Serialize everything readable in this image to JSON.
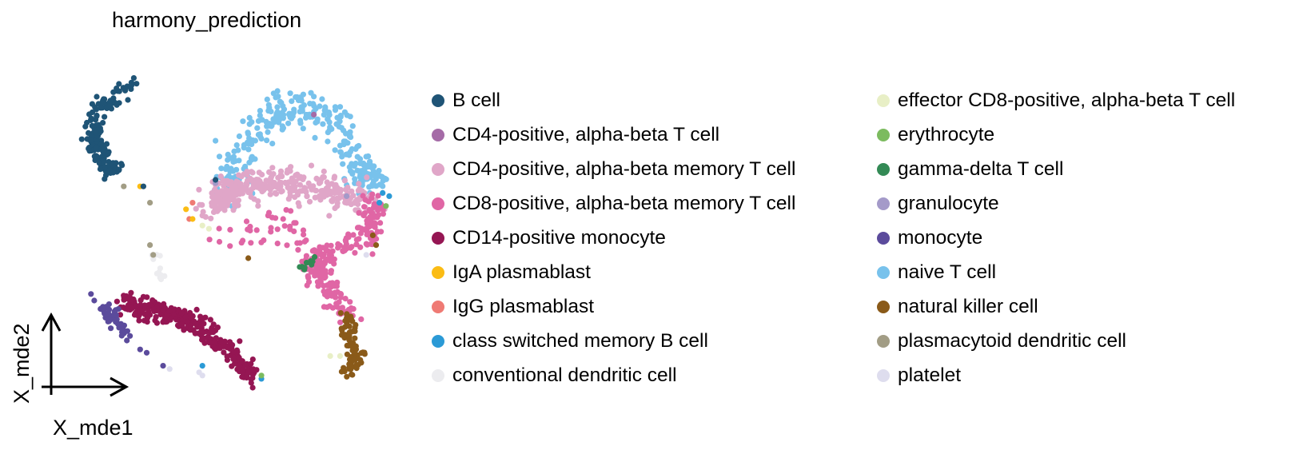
{
  "chart_data": {
    "type": "scatter",
    "title": "harmony_prediction",
    "xlabel": "X_mde1",
    "ylabel": "X_mde2",
    "grid": false,
    "axes": "arrows-only",
    "legend_placement": "right",
    "xlim": [
      0,
      100
    ],
    "ylim": [
      0,
      100
    ],
    "series": [
      {
        "name": "B cell",
        "color": "#1f5476"
      },
      {
        "name": "CD4-positive, alpha-beta T cell",
        "color": "#a56ba7"
      },
      {
        "name": "CD4-positive, alpha-beta memory T cell",
        "color": "#e0a6c8"
      },
      {
        "name": "CD8-positive, alpha-beta memory T cell",
        "color": "#e066a5"
      },
      {
        "name": "CD14-positive monocyte",
        "color": "#951653"
      },
      {
        "name": "IgA plasmablast",
        "color": "#fbbc14"
      },
      {
        "name": "IgG plasmablast",
        "color": "#ef7a74"
      },
      {
        "name": "class switched memory B cell",
        "color": "#2b9ad6"
      },
      {
        "name": "conventional dendritic cell",
        "color": "#ececef"
      },
      {
        "name": "effector CD8-positive, alpha-beta T cell",
        "color": "#e8efc6"
      },
      {
        "name": "erythrocyte",
        "color": "#7cbb5f"
      },
      {
        "name": "gamma-delta T cell",
        "color": "#338a55"
      },
      {
        "name": "granulocyte",
        "color": "#a49ac9"
      },
      {
        "name": "monocyte",
        "color": "#5b4b9c"
      },
      {
        "name": "naive T cell",
        "color": "#78c2ec"
      },
      {
        "name": "natural killer cell",
        "color": "#8a5a19"
      },
      {
        "name": "plasmacytoid dendritic cell",
        "color": "#a29d85"
      },
      {
        "name": "platelet",
        "color": "#deddee"
      }
    ],
    "clusters": [
      {
        "series": 0,
        "n": 170,
        "path": [
          [
            30,
            91
          ],
          [
            20,
            84
          ],
          [
            19,
            75
          ],
          [
            21,
            69
          ],
          [
            26,
            64
          ]
        ],
        "spread": 2.2
      },
      {
        "series": 14,
        "n": 300,
        "path": [
          [
            60,
            57
          ],
          [
            64,
            70
          ],
          [
            75,
            84
          ],
          [
            89,
            82
          ],
          [
            100,
            67
          ],
          [
            106,
            59
          ]
        ],
        "spread": 4.5
      },
      {
        "series": 2,
        "n": 320,
        "path": [
          [
            54,
            53
          ],
          [
            60,
            59
          ],
          [
            75,
            61
          ],
          [
            90,
            59
          ],
          [
            103,
            55
          ]
        ],
        "spread": 4.2
      },
      {
        "series": 3,
        "n": 230,
        "path": [
          [
            104,
            56
          ],
          [
            104,
            45
          ],
          [
            91,
            41
          ],
          [
            84,
            36
          ],
          [
            90,
            30
          ],
          [
            96,
            21
          ]
        ],
        "spread": 3.2
      },
      {
        "series": 3,
        "n": 40,
        "path": [
          [
            60,
            45
          ],
          [
            75,
            47
          ],
          [
            85,
            43
          ]
        ],
        "spread": 5.5
      },
      {
        "series": 4,
        "n": 340,
        "path": [
          [
            28,
            24
          ],
          [
            38,
            22
          ],
          [
            47,
            20
          ],
          [
            57,
            13
          ],
          [
            68,
            1
          ]
        ],
        "spread": 2.6
      },
      {
        "series": 13,
        "n": 45,
        "path": [
          [
            22,
            23
          ],
          [
            25,
            19
          ],
          [
            29,
            14
          ]
        ],
        "spread": 1.8
      },
      {
        "series": 15,
        "n": 80,
        "path": [
          [
            96,
            20
          ],
          [
            97,
            13
          ],
          [
            100,
            7
          ],
          [
            96,
            4
          ]
        ],
        "spread": 2.3
      },
      {
        "series": 11,
        "n": 10,
        "path": [
          [
            83,
            36
          ],
          [
            86,
            37
          ]
        ],
        "spread": 1.2
      },
      {
        "series": 8,
        "n": 14,
        "path": [
          [
            37,
            40
          ],
          [
            40,
            31
          ]
        ],
        "spread": 1.2
      }
    ],
    "singles": [
      {
        "series": 16,
        "x": 28,
        "y": 60
      },
      {
        "series": 5,
        "x": 33,
        "y": 60
      },
      {
        "series": 0,
        "x": 34,
        "y": 60
      },
      {
        "series": 16,
        "x": 36,
        "y": 55
      },
      {
        "series": 16,
        "x": 36,
        "y": 42
      },
      {
        "series": 16,
        "x": 37,
        "y": 39
      },
      {
        "series": 6,
        "x": 49,
        "y": 55
      },
      {
        "series": 5,
        "x": 47,
        "y": 53
      },
      {
        "series": 6,
        "x": 48,
        "y": 50
      },
      {
        "series": 5,
        "x": 49,
        "y": 50
      },
      {
        "series": 9,
        "x": 52,
        "y": 48
      },
      {
        "series": 9,
        "x": 54,
        "y": 47
      },
      {
        "series": 12,
        "x": 56,
        "y": 61
      },
      {
        "series": 0,
        "x": 56,
        "y": 62
      },
      {
        "series": 1,
        "x": 86,
        "y": 82
      },
      {
        "series": 12,
        "x": 96,
        "y": 57
      },
      {
        "series": 7,
        "x": 107,
        "y": 58
      },
      {
        "series": 7,
        "x": 109,
        "y": 57
      },
      {
        "series": 7,
        "x": 106,
        "y": 55
      },
      {
        "series": 10,
        "x": 108,
        "y": 54
      },
      {
        "series": 15,
        "x": 66,
        "y": 38
      },
      {
        "series": 15,
        "x": 105,
        "y": 42
      },
      {
        "series": 15,
        "x": 104,
        "y": 45
      },
      {
        "series": 9,
        "x": 91,
        "y": 8
      },
      {
        "series": 9,
        "x": 94,
        "y": 8
      },
      {
        "series": 13,
        "x": 18,
        "y": 27
      },
      {
        "series": 13,
        "x": 19,
        "y": 25
      },
      {
        "series": 13,
        "x": 33,
        "y": 10
      },
      {
        "series": 13,
        "x": 35,
        "y": 9
      },
      {
        "series": 13,
        "x": 40,
        "y": 5
      },
      {
        "series": 17,
        "x": 42,
        "y": 4
      },
      {
        "series": 17,
        "x": 51,
        "y": 3
      },
      {
        "series": 17,
        "x": 52,
        "y": 2
      },
      {
        "series": 7,
        "x": 52,
        "y": 5
      },
      {
        "series": 7,
        "x": 70,
        "y": 1
      },
      {
        "series": 10,
        "x": 70,
        "y": 2
      },
      {
        "series": 17,
        "x": 102,
        "y": 39
      },
      {
        "series": 14,
        "x": 56,
        "y": 74
      }
    ]
  }
}
